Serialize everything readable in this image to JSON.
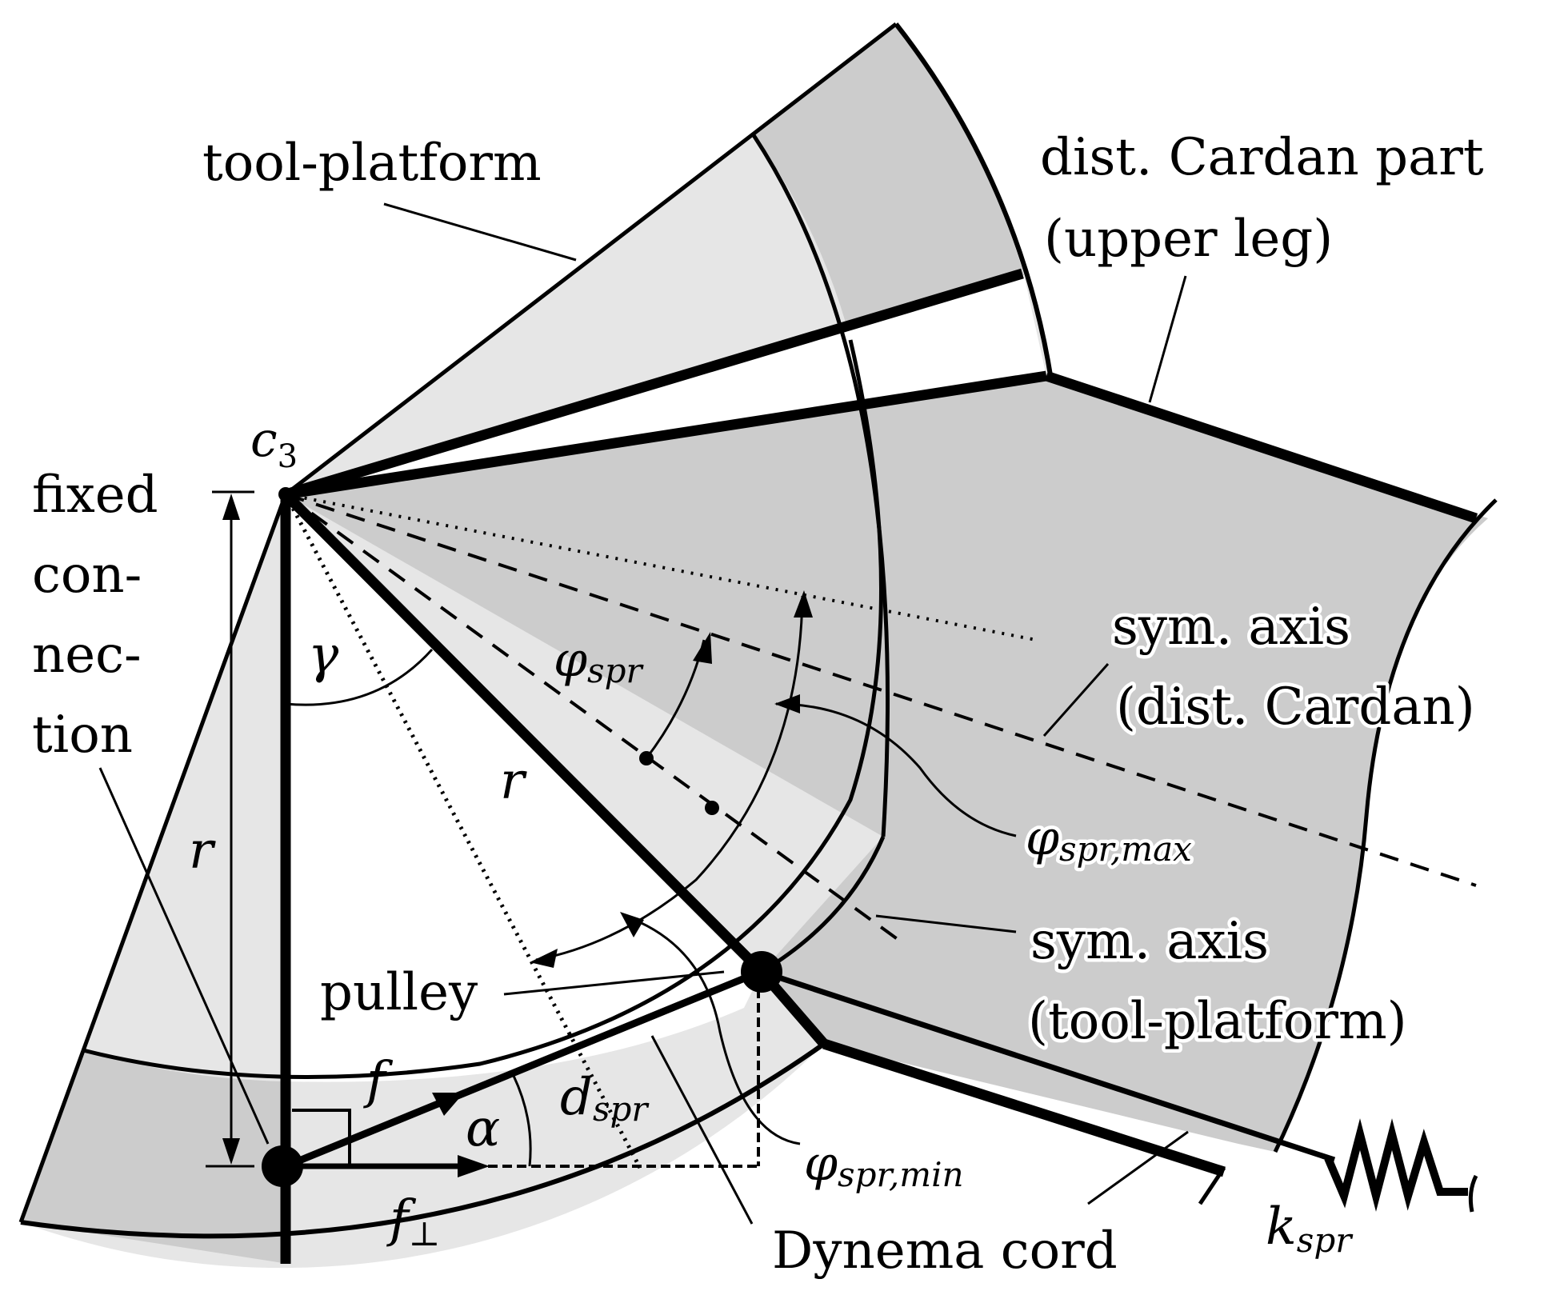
{
  "labels": {
    "tool_platform": "tool-platform",
    "dist_cardan_part": "dist. Cardan part",
    "upper_leg": "(upper leg)",
    "c3_base": "c",
    "c3_sub": "3",
    "fixed": "fixed",
    "con": "con-",
    "nec": "nec-",
    "tion": "tion",
    "gamma": "γ",
    "r_left": "r",
    "r_diag": "r",
    "phi": "φ",
    "spr": "spr",
    "spr_max": "spr,max",
    "spr_min": "spr,min",
    "sym_axis": "sym. axis",
    "dist_cardan_paren": "(dist. Cardan)",
    "tool_platform_paren": "(tool-platform)",
    "pulley": "pulley",
    "f": "f",
    "f_perp_base": "f",
    "f_perp_sub": "⊥",
    "alpha": "α",
    "d": "d",
    "dynema_cord": "Dynema cord",
    "k": "k"
  },
  "colors": {
    "light_gray": "#e6e6e6",
    "mid_gray": "#cccccc",
    "line": "#000000"
  }
}
